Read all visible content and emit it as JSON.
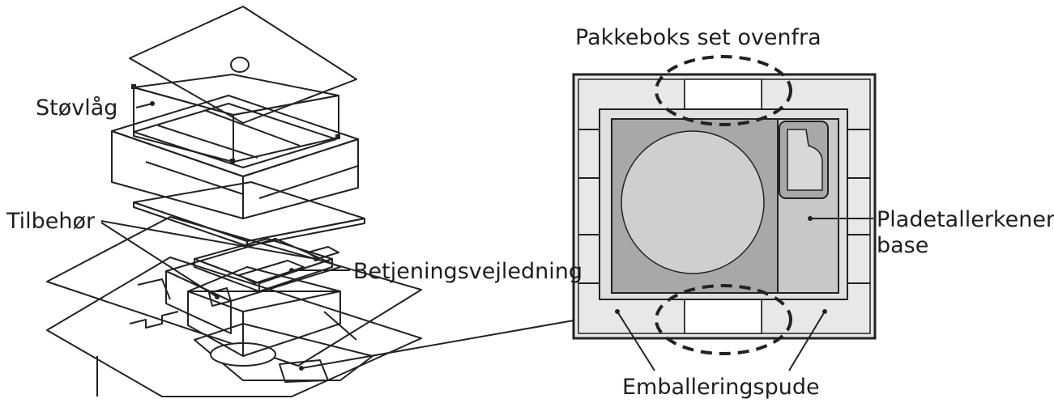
{
  "labels": {
    "top_view_title": "Pakkeboks set ovenfra",
    "dust_cover": "Støvlåg",
    "accessories": "Tilbehør",
    "manual": "Betjeningsvejledning",
    "platter_base_line1": "Pladetallerkenens",
    "platter_base_line2": "base",
    "cushion": "Emballeringspude"
  },
  "colors": {
    "ink": "#222222",
    "light_fill": "#e8e8e8",
    "mid_fill": "#c8c8c8",
    "dark_fill": "#a8a8a8",
    "white": "#ffffff"
  }
}
